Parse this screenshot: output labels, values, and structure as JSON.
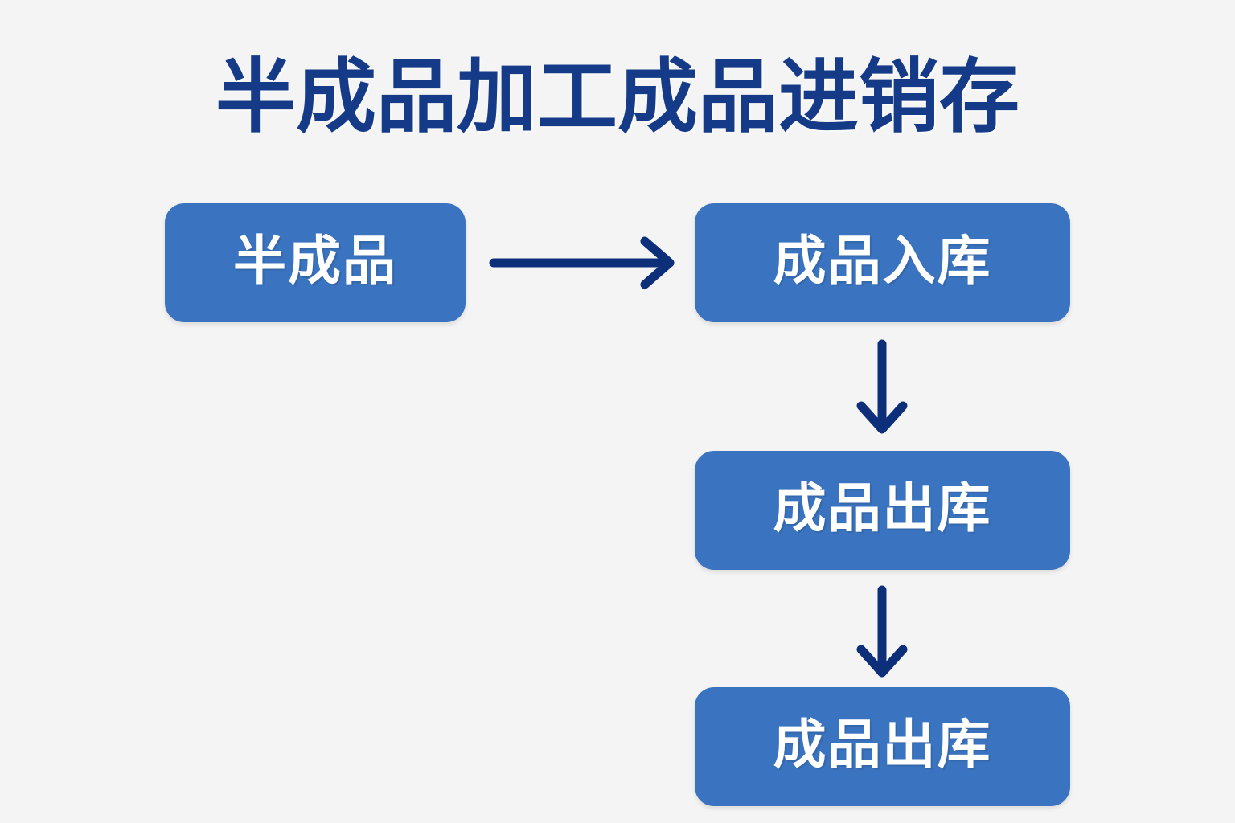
{
  "page": {
    "title": "半成品加工成品进销存",
    "background_color": "#f4f4f4",
    "title_color": "#143a88",
    "node_fill_color": "#3a73bf",
    "node_text_color": "#ffffff",
    "arrow_color": "#0d2f7a"
  },
  "diagram": {
    "type": "flowchart",
    "nodes": [
      {
        "id": "semi-finished",
        "label": "半成品"
      },
      {
        "id": "finished-in",
        "label": "成品入库"
      },
      {
        "id": "finished-out-1",
        "label": "成品出库"
      },
      {
        "id": "finished-out-2",
        "label": "成品出库"
      }
    ],
    "edges": [
      {
        "from": "semi-finished",
        "to": "finished-in",
        "direction": "right",
        "icon": "arrow-right-icon"
      },
      {
        "from": "finished-in",
        "to": "finished-out-1",
        "direction": "down",
        "icon": "arrow-down-icon"
      },
      {
        "from": "finished-out-1",
        "to": "finished-out-2",
        "direction": "down",
        "icon": "arrow-down-icon"
      }
    ]
  }
}
